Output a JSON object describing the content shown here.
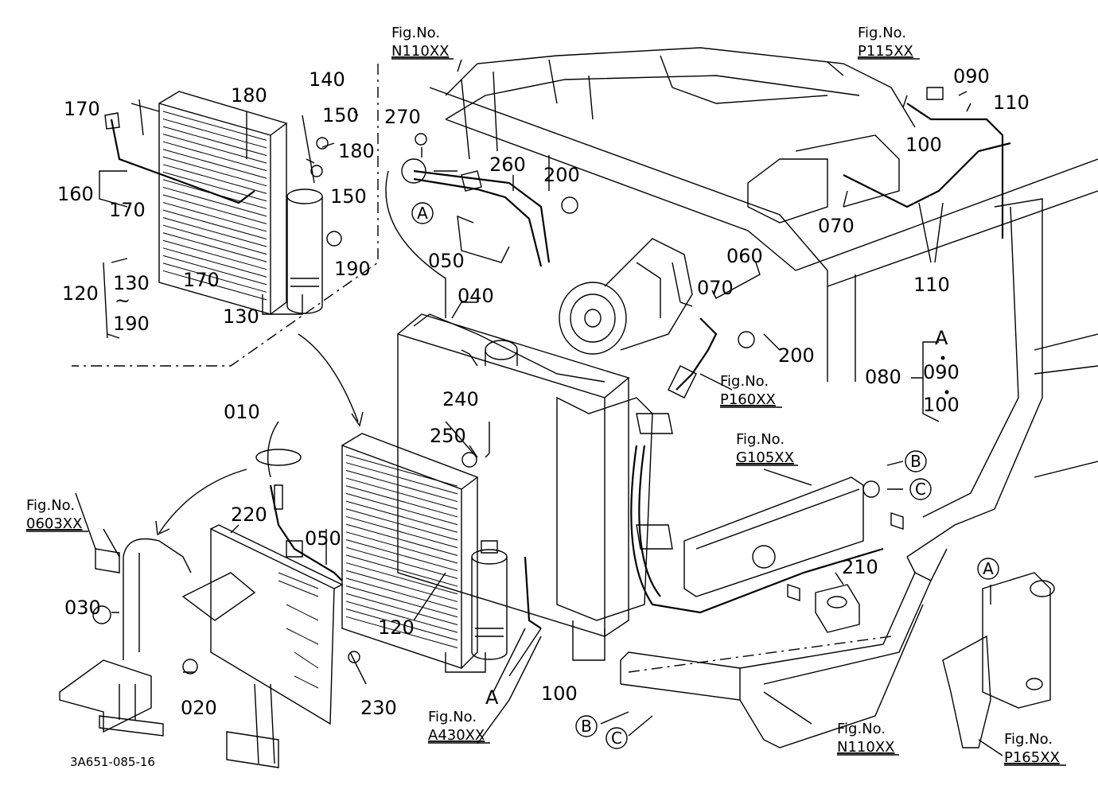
{
  "part_labels": [
    {
      "text": "170"
    },
    {
      "text": "180"
    },
    {
      "text": "140"
    },
    {
      "text": "150"
    },
    {
      "text": "180"
    },
    {
      "text": "150"
    },
    {
      "text": "160"
    },
    {
      "text": "170"
    },
    {
      "text": "190"
    },
    {
      "text": "170"
    },
    {
      "text": "130"
    },
    {
      "text": "120"
    },
    {
      "text": "130"
    },
    {
      "text": "~"
    },
    {
      "text": "190"
    },
    {
      "text": "270"
    },
    {
      "text": "260"
    },
    {
      "text": "200"
    },
    {
      "text": "050"
    },
    {
      "text": "040"
    },
    {
      "text": "090"
    },
    {
      "text": "110"
    },
    {
      "text": "100"
    },
    {
      "text": "070"
    },
    {
      "text": "110"
    },
    {
      "text": "060"
    },
    {
      "text": "070"
    },
    {
      "text": "200"
    },
    {
      "text": "080"
    },
    {
      "text": "A"
    },
    {
      "text": "090"
    },
    {
      "text": "100"
    },
    {
      "text": "010"
    },
    {
      "text": "240"
    },
    {
      "text": "250"
    },
    {
      "text": "220"
    },
    {
      "text": "050"
    },
    {
      "text": "030"
    },
    {
      "text": "120"
    },
    {
      "text": "020"
    },
    {
      "text": "230"
    },
    {
      "text": "100"
    },
    {
      "text": "A"
    },
    {
      "text": "210"
    }
  ],
  "figure_refs": [
    {
      "title": "Fig.No.",
      "number": "N110XX"
    },
    {
      "title": "Fig.No.",
      "number": "P115XX"
    },
    {
      "title": "Fig.No.",
      "number": "P160XX"
    },
    {
      "title": "Fig.No.",
      "number": "G105XX"
    },
    {
      "title": "Fig.No.",
      "number": "0603XX"
    },
    {
      "title": "Fig.No.",
      "number": "A430XX"
    },
    {
      "title": "Fig.No.",
      "number": "N110XX"
    },
    {
      "title": "Fig.No.",
      "number": "P165XX"
    }
  ],
  "circle_markers": [
    {
      "text": "A"
    },
    {
      "text": "B"
    },
    {
      "text": "C"
    },
    {
      "text": "B"
    },
    {
      "text": "C"
    },
    {
      "text": "A"
    }
  ],
  "drawing_code": "3A651-085-16"
}
